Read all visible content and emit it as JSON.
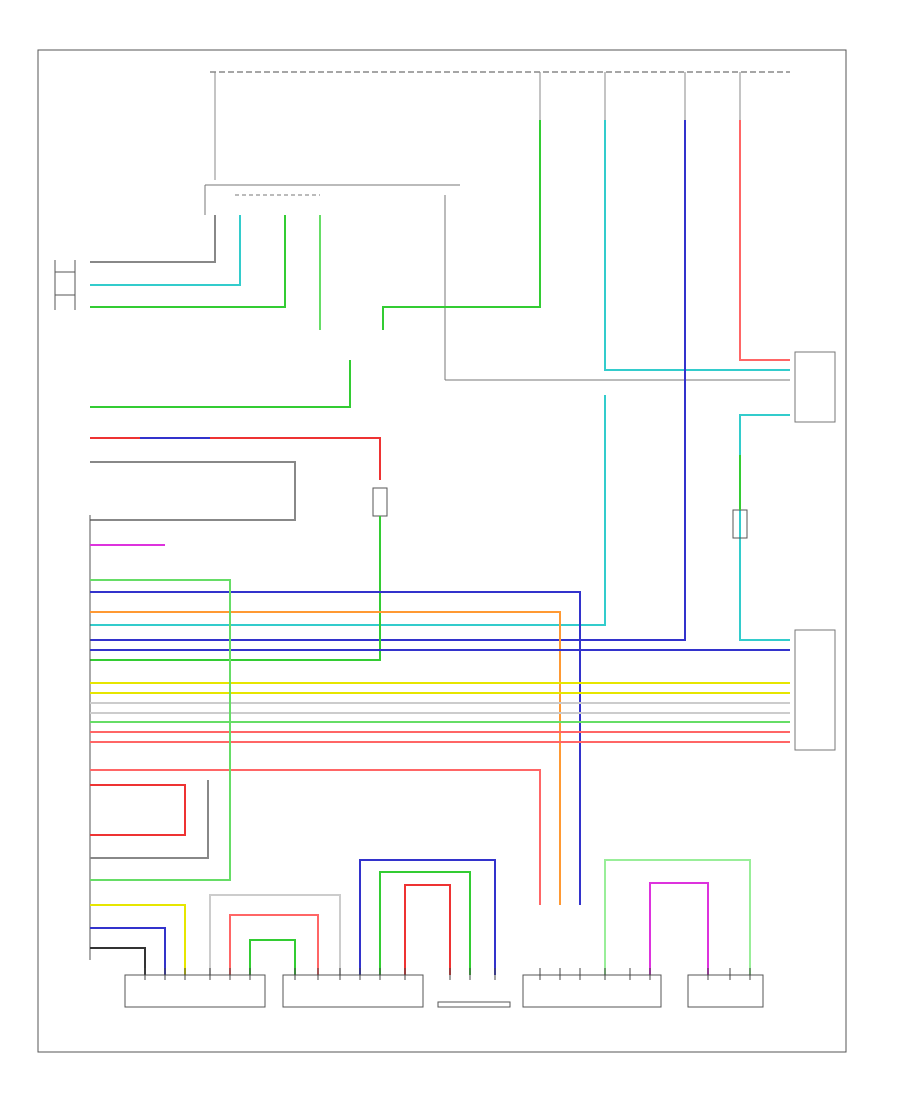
{
  "title_block": {
    "caption": ""
  },
  "wire_colors": {
    "green": "#33cc33",
    "light_green": "#66dd66",
    "light_blue": "#33cccc",
    "blue": "#3333cc",
    "red": "#ee3333",
    "pink": "#ff6666",
    "magenta": "#dd33dd",
    "orange": "#ff9933",
    "yellow": "#e6e600",
    "gray": "#888888",
    "black": "#333333",
    "pale_green": "#99ee99"
  },
  "wires": [
    {
      "color": "green"
    },
    {
      "color": "light_blue"
    },
    {
      "color": "red"
    },
    {
      "color": "blue"
    },
    {
      "color": "orange"
    },
    {
      "color": "yellow"
    },
    {
      "color": "magenta"
    },
    {
      "color": "gray"
    },
    {
      "color": "pink"
    },
    {
      "color": "light_green"
    }
  ],
  "connectors": [
    {
      "id": "front-right-door-module"
    },
    {
      "id": "left-front-door-module"
    },
    {
      "id": "left-rear-window-regulator-motor"
    },
    {
      "id": "right-front-window-regulator-motor"
    },
    {
      "id": "right-rear-window-regulator-motor"
    },
    {
      "id": "power-window-master-switch"
    },
    {
      "id": "integration-relay"
    }
  ]
}
